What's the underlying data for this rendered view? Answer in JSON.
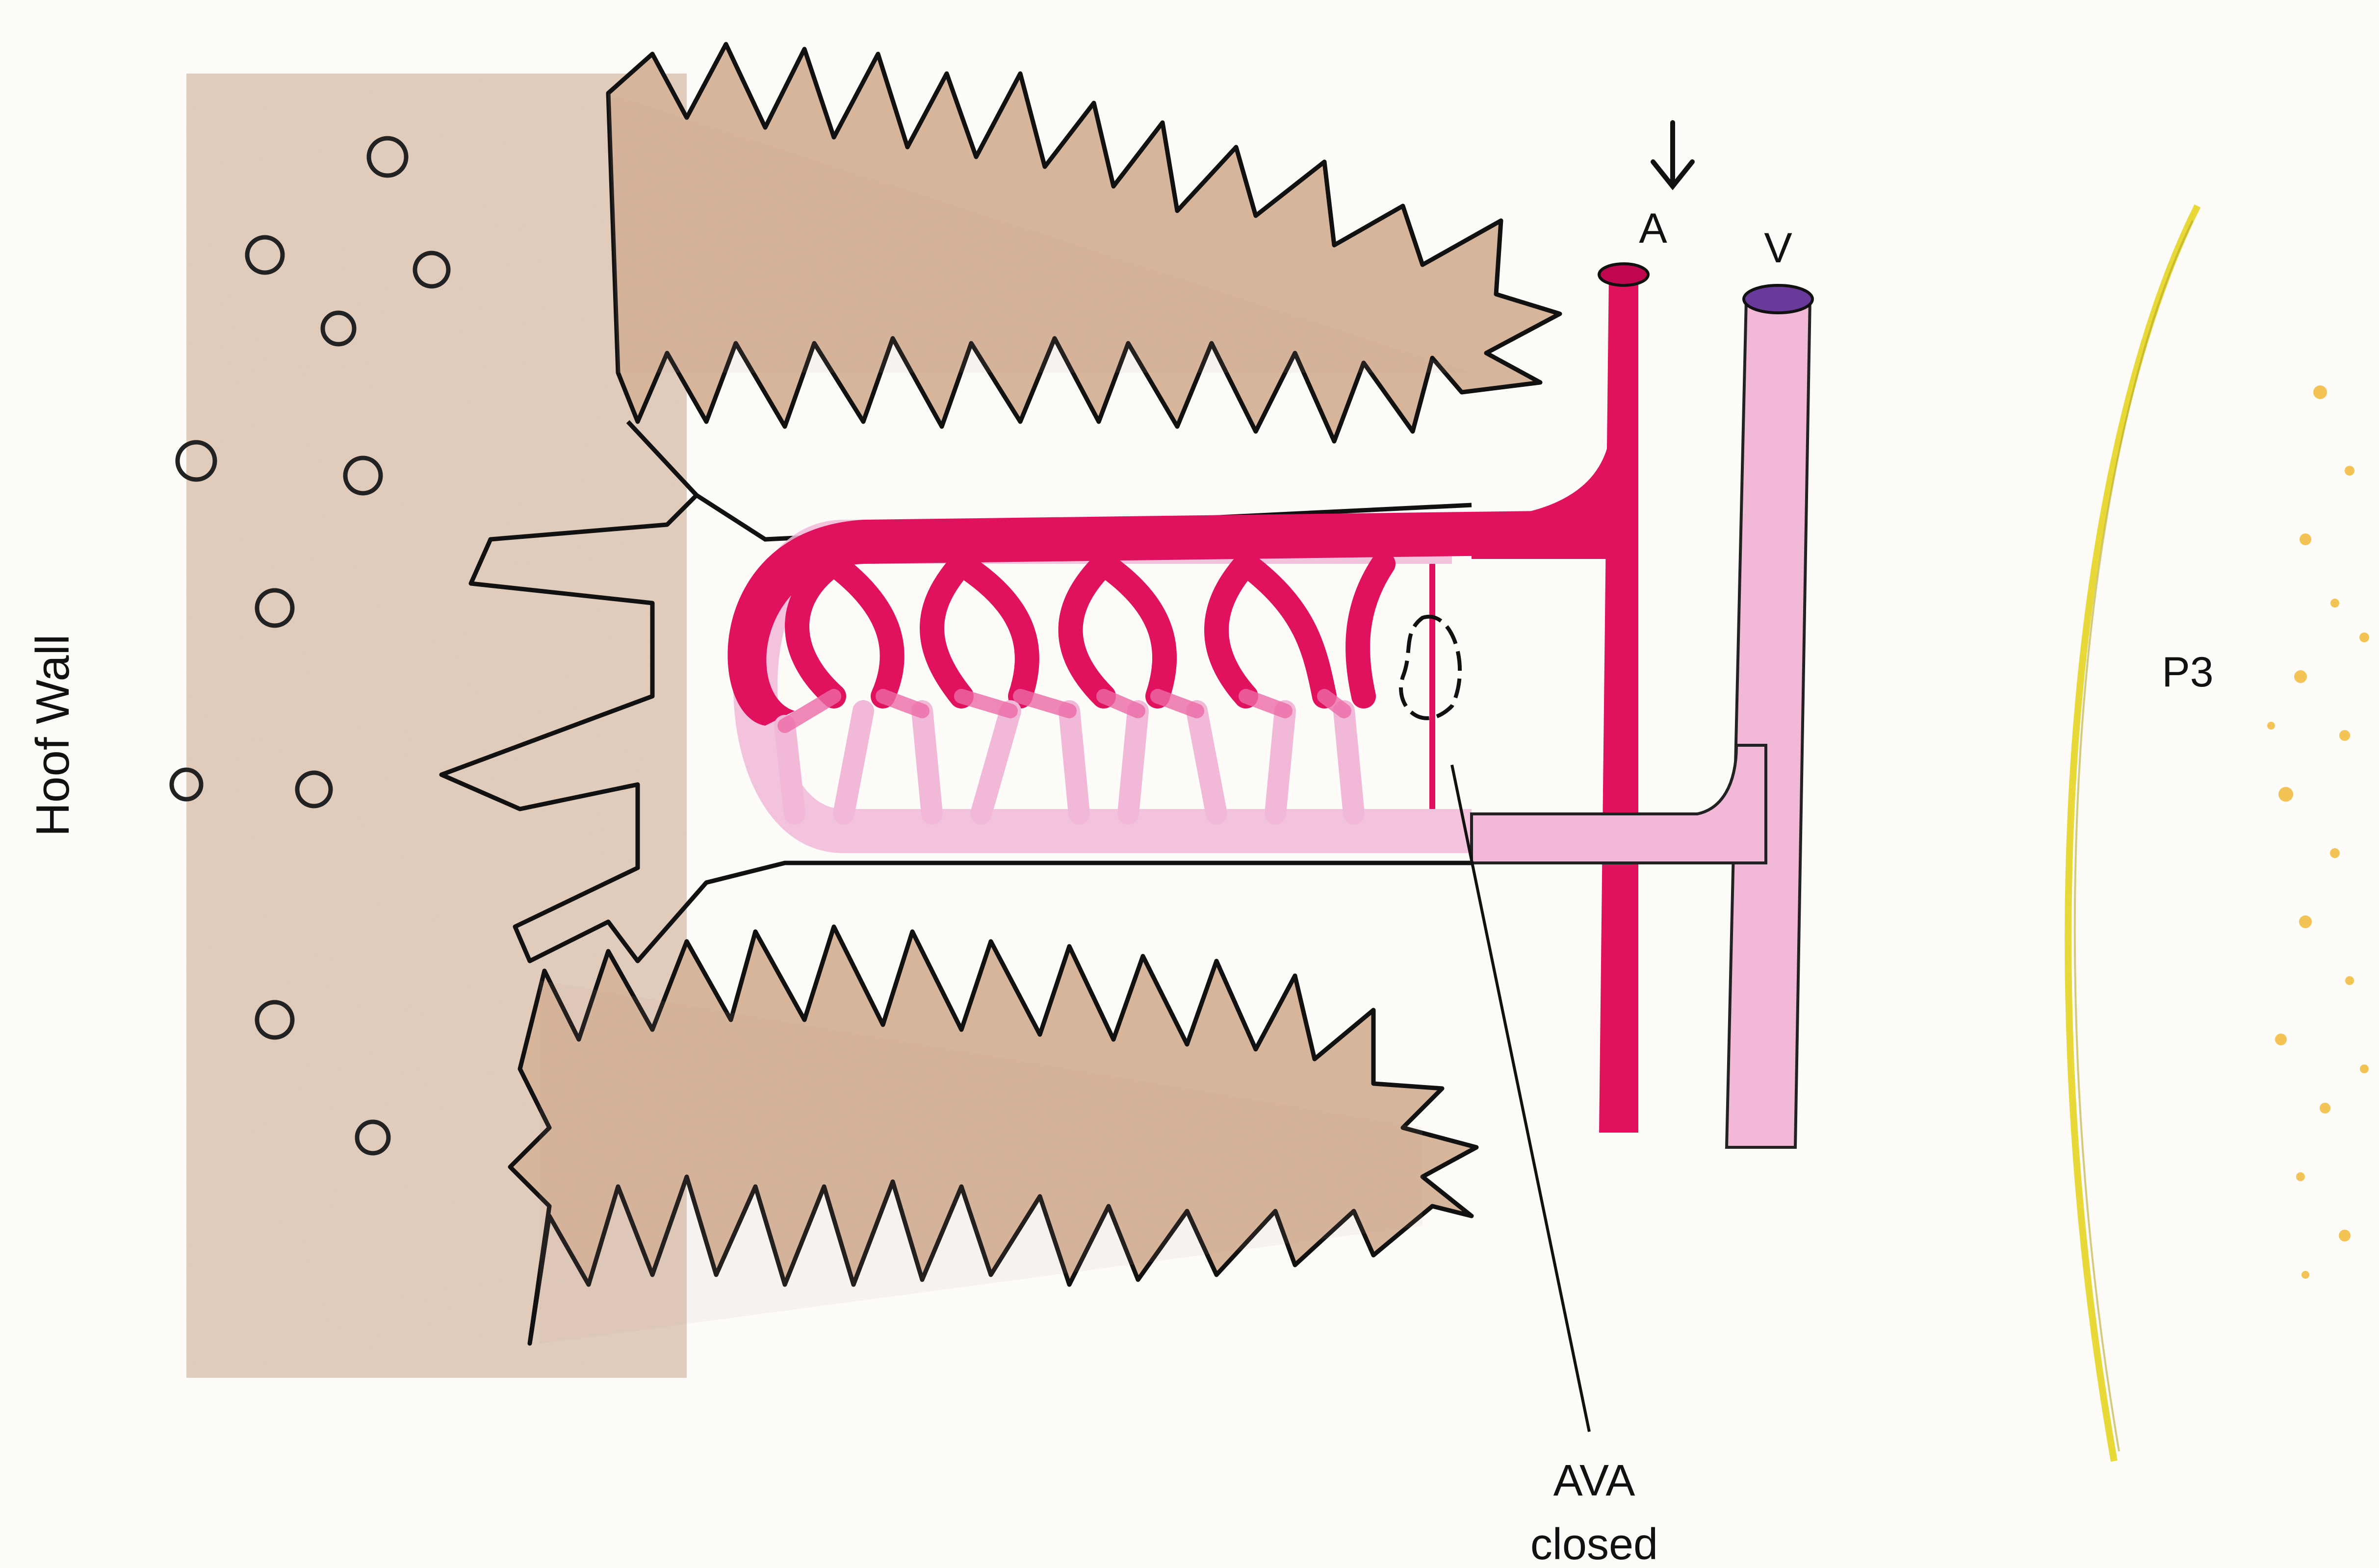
{
  "labels": {
    "hoof_wall": "Hoof Wall",
    "artery": "A",
    "vein": "V",
    "bone": "P3",
    "ava_line1": "AVA",
    "ava_line2": "closed"
  },
  "colors": {
    "background": "#fdfcf8",
    "hoof_tissue": "#c9a98a",
    "lamina_fill": "#d7b59b",
    "artery": "#e0125e",
    "vein": "#f1b8d8",
    "vein_cap": "#6a3a9a",
    "bone_edge": "#e8d838",
    "bone_speckle": "#f0b020",
    "outline": "#111111"
  }
}
